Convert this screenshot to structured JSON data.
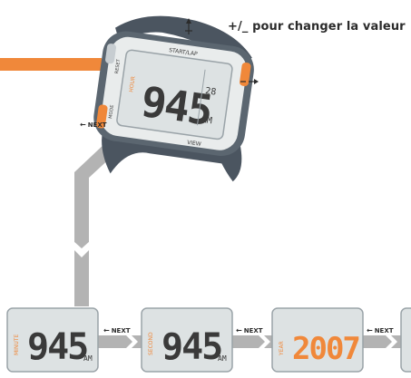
{
  "instruction": "+/_ pour changer la valeur",
  "next_label": "NEXT",
  "watch": {
    "start_lap": "START/LAP",
    "reset": "RESET",
    "mode": "MODE",
    "view": "VIEW",
    "side_top": "HOUR",
    "time_digits": "945",
    "seconds": "28",
    "ampm": "AM"
  },
  "steps": [
    {
      "side": "MINUTE",
      "digits": "945",
      "suffix": "AM",
      "highlight": "minute"
    },
    {
      "side": "SECOND",
      "digits": "945",
      "suffix": "AM",
      "highlight": "second"
    },
    {
      "side": "YEAR",
      "digits": "2007",
      "suffix": "",
      "highlight": "year"
    },
    {
      "side": "",
      "digits": "",
      "suffix": "",
      "highlight": "none"
    }
  ],
  "colors": {
    "orange": "#f0883a",
    "grey_path": "#b3b3b3",
    "bezel": "#5b6670",
    "lcd": "#dde2e3",
    "digit": "#3a3a3a"
  }
}
